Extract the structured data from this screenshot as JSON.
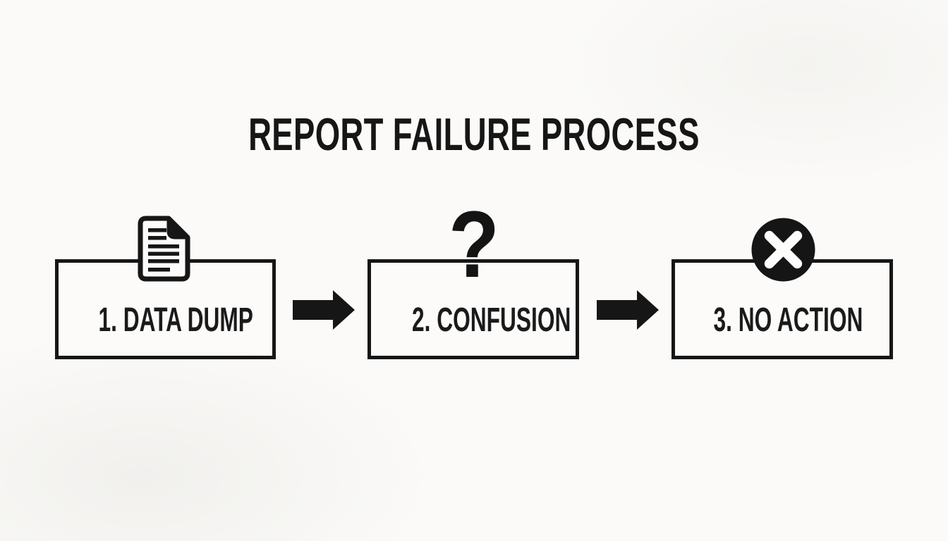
{
  "title": "REPORT FAILURE PROCESS",
  "steps": [
    {
      "label": "1. DATA DUMP",
      "icon": "document-icon"
    },
    {
      "label": "2. CONFUSION",
      "icon": "question-mark-icon",
      "glyph": "?"
    },
    {
      "label": "3. NO ACTION",
      "icon": "x-circle-icon"
    }
  ],
  "connectors": [
    {
      "type": "arrow-right"
    },
    {
      "type": "arrow-right"
    }
  ],
  "colors": {
    "background": "#fbfaf8",
    "ink": "#161616",
    "box_fill": "#fcfbfa",
    "x_circle_fill": "#151515",
    "x_glyph": "#fdfdfc"
  }
}
